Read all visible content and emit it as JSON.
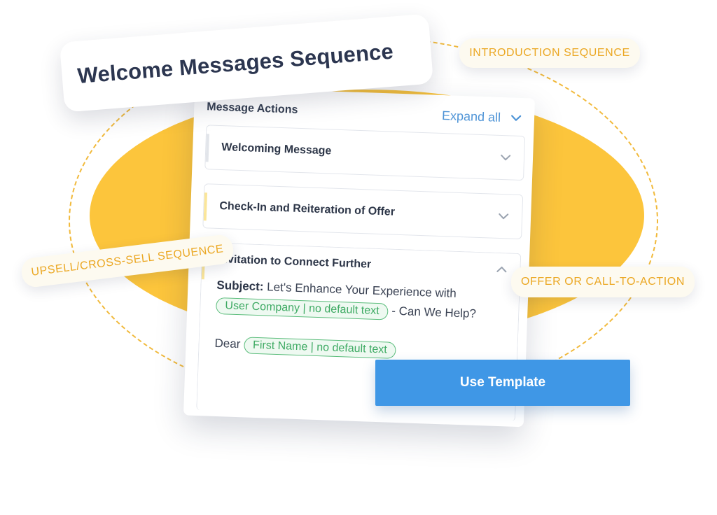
{
  "title_card": {
    "title": "Welcome Messages Sequence"
  },
  "pills": {
    "introduction": "INTRODUCTION SEQUENCE",
    "upsell": "UPSELL/CROSS-SELL SEQUENCE",
    "offer": "OFFER OR CALL-TO-ACTION"
  },
  "panel": {
    "title": "Message Actions",
    "expand_all": "Expand all",
    "items": [
      {
        "label": "Welcoming Message",
        "state": "collapsed"
      },
      {
        "label": "Check-In and Reiteration of Offer",
        "state": "collapsed"
      },
      {
        "label": "Invitation to Connect Further",
        "state": "expanded",
        "subject_label": "Subject:",
        "subject_text": "Let's Enhance Your Experience with",
        "subject_tag": "User Company | no default text",
        "subject_tail": "- Can We Help?",
        "dear_text": "Dear",
        "dear_tag": "First Name | no default text"
      }
    ]
  },
  "cta": {
    "use_template": "Use Template"
  },
  "colors": {
    "accent_yellow": "#fcc53c",
    "pill_text": "#eba722",
    "primary_blue": "#3f97e6",
    "link_blue": "#5095d7",
    "tag_green": "#3eaa63"
  },
  "icons": {
    "expand": "chevron-down-icon",
    "collapse": "chevron-up-icon"
  }
}
